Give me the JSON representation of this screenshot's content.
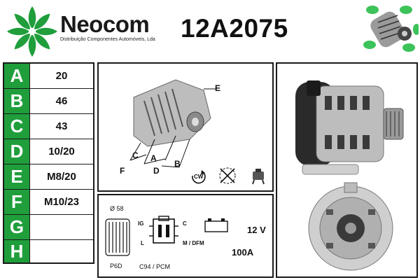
{
  "brand": {
    "name": "Neocom",
    "tagline": "Distribuição Componentes Automóveis, Lda",
    "logo_color": "#1f9e3b"
  },
  "part_number": "12A2075",
  "specs": [
    {
      "letter": "A",
      "value": "20"
    },
    {
      "letter": "B",
      "value": "46"
    },
    {
      "letter": "C",
      "value": "43"
    },
    {
      "letter": "D",
      "value": "10/20"
    },
    {
      "letter": "E",
      "value": "M8/20"
    },
    {
      "letter": "F",
      "value": "M10/23"
    },
    {
      "letter": "G",
      "value": ""
    },
    {
      "letter": "H",
      "value": ""
    }
  ],
  "diagram": {
    "labels": {
      "e": "E",
      "c": "C",
      "a": "A",
      "f": "F",
      "d": "D",
      "b": "B"
    },
    "rotation": "CW",
    "rotation_icon": "clockwise-arrow-icon",
    "extra_icons": [
      "fan-crossed-icon",
      "regulator-icon"
    ]
  },
  "electrical": {
    "pulley_diameter": "Ø 58",
    "pulley_type": "P6D",
    "connector_ig": "IG",
    "connector_l": "L",
    "connector_c": "C",
    "connector_m": "M / DFM",
    "connector_code": "C94 / PCM",
    "voltage": "12 V",
    "amperage": "100A"
  },
  "photo_panel": {
    "icons": [
      "alternator-side-view",
      "alternator-rear-view"
    ]
  }
}
